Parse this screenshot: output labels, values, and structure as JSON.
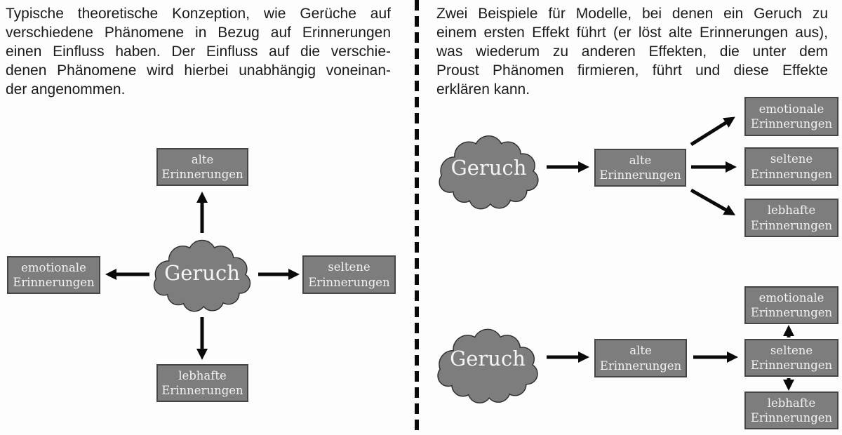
{
  "colors": {
    "background": "#fdfdfd",
    "box_fill": "#7d7d7d",
    "box_border": "#454545",
    "box_text": "#f2f2f2",
    "cloud_fill": "#7d7d7d",
    "cloud_outline": "#2d2d2d",
    "arrow": "#0a0a0a",
    "divider": "#0a0a0a",
    "paragraph_text": "#1b1b1b"
  },
  "left_panel": {
    "description_lines": [
      "Typische theoretische Konzeption, wie Gerüche auf",
      "verschiedene Phänomene in Bezug auf Erinnerungen",
      "einen Einfluss haben. Der Einfluss auf die verschie-",
      "denen Phänomene wird hierbei unabhängig voneinan-",
      "der angenommen."
    ],
    "cloud_label": "Geruch",
    "box_top": "alte\nErinnerungen",
    "box_left": "emotionale\nErinnerungen",
    "box_right": "seltene\nErinnerungen",
    "box_bottom": "lebhafte\nErinnerungen"
  },
  "right_panel": {
    "description_lines": [
      "Zwei Beispiele für Modelle, bei denen ein Geruch zu",
      "einem ersten Effekt führt (er löst alte Erinnerungen aus),",
      "was wiederum zu anderen Effekten, die unter dem",
      "Proust Phänomen  firmieren, führt und diese Effekte",
      "erklären kann."
    ],
    "model_a": {
      "cloud_label": "Geruch",
      "first_effect": "alte\nErinnerungen",
      "effect_top": "emotionale\nErinnerungen",
      "effect_middle": "seltene\nErinnerungen",
      "effect_bottom": "lebhafte\nErinnerungen"
    },
    "model_b": {
      "cloud_label": "Geruch",
      "first_effect": "alte\nErinnerungen",
      "effect_top": "emotionale\nErinnerungen",
      "effect_middle": "seltene\nErinnerungen",
      "effect_bottom": "lebhafte\nErinnerungen"
    }
  }
}
